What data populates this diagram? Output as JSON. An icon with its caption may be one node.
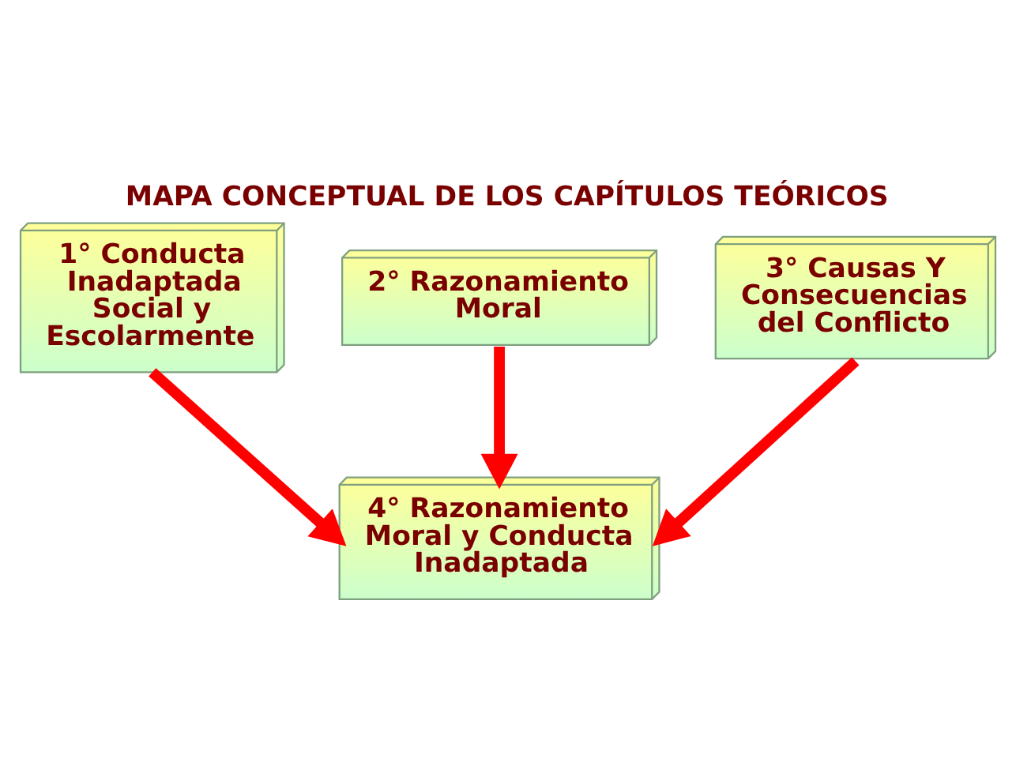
{
  "diagram": {
    "title": "MAPA CONCEPTUAL DE LOS CAPÍTULOS TEÓRICOS",
    "nodes": [
      {
        "text": [
          "1° Conducta Inadaptada Social y Escolarmente"
        ]
      },
      {
        "text": [
          "2° Razonamiento Moral"
        ]
      },
      {
        "text": [
          "3° Causas Y Consecuencias del Conflicto"
        ]
      },
      {
        "text": [
          "4° Razonamiento Moral y Conducta Inadaptada"
        ]
      }
    ],
    "edges": [
      {
        "from": 0,
        "to": 3,
        "arrow": "to"
      },
      {
        "from": 1,
        "to": 3,
        "arrow": "to"
      },
      {
        "from": 2,
        "to": 3,
        "arrow": "to"
      }
    ]
  }
}
